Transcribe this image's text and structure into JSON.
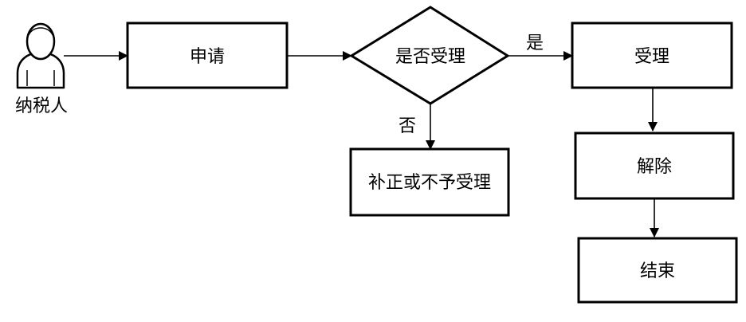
{
  "actor": {
    "label": "纳税人"
  },
  "nodes": {
    "apply": "申请",
    "decision": "是否受理",
    "accept": "受理",
    "correct": "补正或不予受理",
    "release": "解除",
    "end": "结束"
  },
  "edges": {
    "yes": "是",
    "no": "否"
  }
}
